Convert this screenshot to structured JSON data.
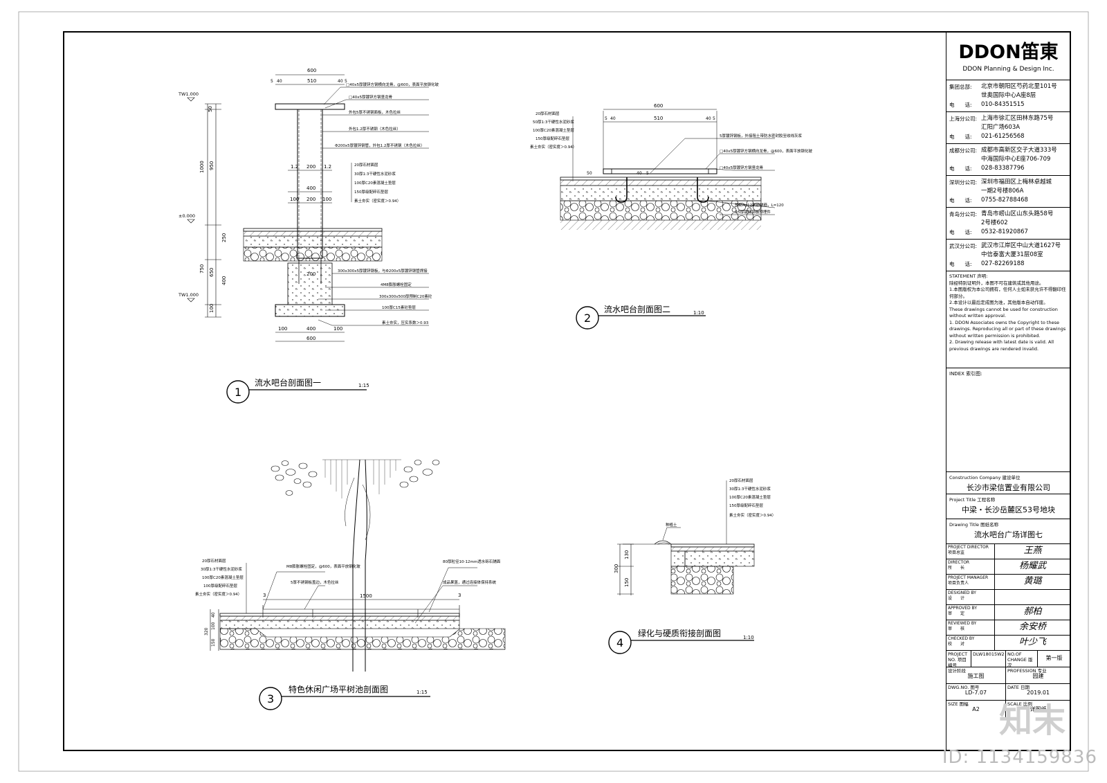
{
  "brand": {
    "name": "DDON笛東",
    "subtitle": "DDON Planning & Design Inc."
  },
  "offices": [
    {
      "label": "集团总部:",
      "address1": "北京市朝阳区芍药北里101号",
      "address2": "世奥国际中心A座8层",
      "phone_label": "电　　话:",
      "phone": "010-84351515"
    },
    {
      "label": "上海分公司:",
      "address1": "上海市徐汇区田林东路75号",
      "address2": "汇阳广场603A",
      "phone_label": "电　　话:",
      "phone": "021-61256568"
    },
    {
      "label": "成都分公司:",
      "address1": "成都市高新区交子大道333号",
      "address2": "中海国际中心E座706-709",
      "phone_label": "电　　话:",
      "phone": "028-83387796"
    },
    {
      "label": "深圳分公司:",
      "address1": "深圳市福田区上梅林卓越城",
      "address2": "一期2号楼806A",
      "phone_label": "电　　话:",
      "phone": "0755-82788468"
    },
    {
      "label": "青岛分公司:",
      "address1": "青岛市崂山区山东头路58号",
      "address2": "2号楼602",
      "phone_label": "电　　话:",
      "phone": "0532-81920867"
    },
    {
      "label": "武汉分公司:",
      "address1": "武汉市江岸区中山大道1627号",
      "address2": "中信泰富大厦31层08室",
      "phone_label": "电　　话:",
      "phone": "027-82269188"
    }
  ],
  "statement": {
    "title": "STATEMENT 声明:",
    "cn": [
      "除经特别证明外，本图不可在建筑或其他用途。",
      "1.本图版权为本公司拥有，任何人士如未获允许不得翻印任何部分。",
      "2.本设计以最后定成图为准，其他版本自动作废。"
    ],
    "en": [
      "These drawings cannot be used for construction without written approval.",
      "1. DDON Associates owns the Copyright to these drawings. Reproducing all or part of these drawings without written permission is prohibited.",
      "2. Drawing release with latest date is valid. All previous drawings are rendered invalid."
    ]
  },
  "index_label": "INDEX 索引图:",
  "construction": {
    "caption": "Construction Company  建设单位",
    "value": "长沙市梁信置业有限公司"
  },
  "project": {
    "caption": "Project Title  工程名称",
    "value": "中梁・长沙岳麓区53号地块"
  },
  "drawing": {
    "caption": "Drawing Title  图纸名称",
    "value": "流水吧台广场详图七"
  },
  "signatures": [
    {
      "en": "PROJECT DIRECTOR",
      "cn": "项目总监",
      "sign": "王燕"
    },
    {
      "en": "DIRECTOR",
      "cn": "所　　长",
      "sign": "杨耀武"
    },
    {
      "en": "PROJECT MANAGER",
      "cn": "项目负责人",
      "sign": "黄璐"
    },
    {
      "en": "DESIGNED BY",
      "cn": "设　　计",
      "sign": ""
    },
    {
      "en": "APPROVED BY",
      "cn": "审　　定",
      "sign": "郝柏"
    },
    {
      "en": "REVIEWED BY",
      "cn": "审　　核",
      "sign": "余安桥"
    },
    {
      "en": "CHECKED BY",
      "cn": "校　　对",
      "sign": "叶少飞"
    }
  ],
  "meta": {
    "project_no_label": "PROJECT NO. 项目编号",
    "project_no": "DLW18015W2",
    "edition_label": "NO.OF CHANGE 版　次",
    "edition": "第一版",
    "stage_label": "设计阶段",
    "stage": "施工图",
    "profession_label": "PROFESSION 专业",
    "profession": "园建",
    "dwg_label": "DWG.NO. 图号",
    "dwg": "LD-7.07",
    "date_label": "DATE 日期",
    "date": "2019.01",
    "size_label": "SIZE 图幅",
    "size": "A2",
    "scale_label": "SCALE 比例",
    "scale": "详图纸"
  },
  "titles": [
    {
      "num": "1",
      "text": "流水吧台剖面图一",
      "scale": "1:15"
    },
    {
      "num": "2",
      "text": "流水吧台剖面图二",
      "scale": "1:10"
    },
    {
      "num": "3",
      "text": "特色休闲广场平树池剖面图",
      "scale": "1:15"
    },
    {
      "num": "4",
      "text": "绿化与硬质衔接剖面图",
      "scale": "1:10"
    }
  ],
  "sec1": {
    "dims_top": [
      "600",
      "510",
      "5",
      "40",
      "40",
      "5"
    ],
    "dims_mid": [
      "1.2",
      "200",
      "1.2",
      "400",
      "100",
      "200",
      "100"
    ],
    "dims_low": [
      "200",
      "100",
      "400",
      "100",
      "600"
    ],
    "dims_vert": [
      "50",
      "1000",
      "950",
      "650",
      "750",
      "250",
      "400",
      "100"
    ],
    "levels": [
      "TW1.000",
      "±0.000",
      "TW1.000"
    ],
    "notes_top": [
      "□40x5厚镀锌方钢横向龙骨，@600，表面平放钢化玻",
      "□40x5厚镀锌方钢竖龙骨",
      "外包5厚不锈钢面板，木色拉丝",
      "外包1.2厚不锈钢（木色拉丝）",
      "Φ200x5厚镀锌钢管，外包1.2厚不锈钢（木色拉丝）"
    ],
    "notes_layers": [
      "20厚石材面层",
      "30厚1:3干硬性水泥砂浆",
      "100厚C20素混凝土垫层",
      "150厚级配碎石垫层",
      "素土夯实（密实度＞0.94）"
    ],
    "notes_base": [
      "300x300x5厚镀锌钢板，与Φ200x5厚镀锌钢管焊接",
      "4M8膨胀螺栓固定",
      "300x300x500厚预制C20素砼",
      "100厚C15素砼垫层",
      "素土夯实，压实系数＞0.93"
    ]
  },
  "sec2": {
    "dims": [
      "600",
      "510",
      "5",
      "40",
      "40",
      "5",
      "50",
      "40",
      "5"
    ],
    "notes_layers": [
      "20厚石材面层",
      "50厚1:3干硬性水泥砂浆",
      "100厚C20素混凝土垫层",
      "150厚级配碎石垫层",
      "素土夯实（密实度＞0.94）"
    ],
    "notes_right": [
      "5厚镀锌钢板，外接阻土带防水密封胶至收线灰浆",
      "□40x5厚镀锌方钢横向龙骨，@600，表面平放钢化玻",
      "□40x5厚镀锌方钢竖龙骨",
      "预制4φ12钢筋锚筋，L=120",
      "Φ5厚镀锌钢板预埋件"
    ]
  },
  "sec3": {
    "dims": [
      "1500",
      "3",
      "3",
      "40",
      "100",
      "150",
      "320"
    ],
    "notes_left": [
      "20厚石材面层",
      "30厚1:3干硬性水泥砂浆",
      "100厚C20素混凝土垫层",
      "100厚级配碎石垫层",
      "素土夯实（密实度＞0.94）"
    ],
    "notes_mid": [
      "M8膨胀螺栓固定，@600，表面平放钢化玻",
      "5厚不锈钢板盖边，木色拉丝"
    ],
    "notes_right": [
      "80厚粒径10-12mm透水砾石铺面",
      "成品果篮，通过连接体保持系统"
    ]
  },
  "sec4": {
    "dims": [
      "300",
      "130",
      "150"
    ],
    "note_left": "种植土",
    "notes_layers": [
      "20厚石材面层",
      "30厚1:3干硬性水泥砂浆",
      "100厚C20素混凝土垫层",
      "150厚级配碎石垫层",
      "素土夯实（密实度＞0.94）"
    ]
  },
  "watermark_id": "ID: 1134159836",
  "watermark_big": "知末"
}
